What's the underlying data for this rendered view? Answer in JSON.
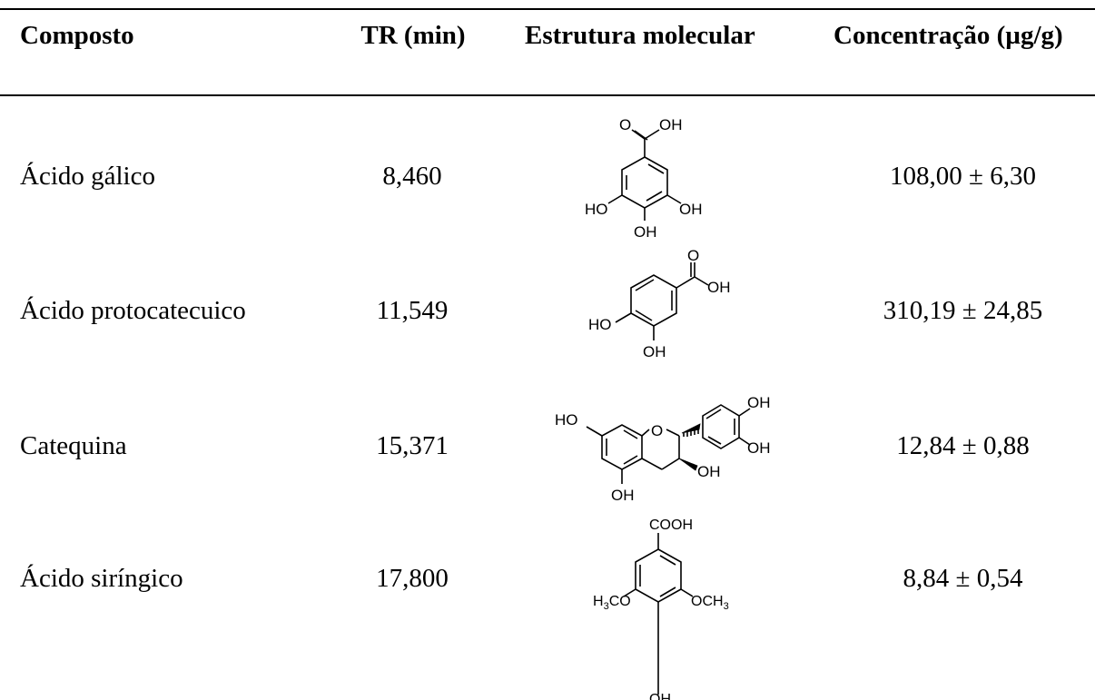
{
  "table": {
    "headers": {
      "compound": "Composto",
      "rt": "TR (min)",
      "structure": "Estrutura molecular",
      "concentration": "Concentração (µg/g)"
    },
    "rows": [
      {
        "compound": "Ácido gálico",
        "rt": "8,460",
        "concentration": "108,00 ± 6,30",
        "structure_icon": "gallic-acid-structure",
        "labels": {
          "top": "O",
          "top2": "OH",
          "left": "HO",
          "right": "OH",
          "bottom": "OH"
        }
      },
      {
        "compound": "Ácido protocatecuico",
        "rt": "11,549",
        "concentration": "310,19 ± 24,85",
        "structure_icon": "protocatechuic-acid-structure",
        "labels": {
          "o": "O",
          "oh": "OH",
          "ho": "HO",
          "bottom": "OH"
        }
      },
      {
        "compound": "Catequina",
        "rt": "15,371",
        "concentration": "12,84 ± 0,88",
        "structure_icon": "catechin-structure",
        "labels": {
          "ho": "HO",
          "o": "O",
          "oh_top": "OH",
          "oh_right": "OH",
          "oh_mid": "OH",
          "oh_bottom": "OH"
        }
      },
      {
        "compound": "Ácido siríngico",
        "rt": "17,800",
        "concentration": "8,84 ± 0,54",
        "structure_icon": "syringic-acid-structure",
        "labels": {
          "cooh": "COOH",
          "h3co_h": "H",
          "h3co_3": "3",
          "h3co_co": "CO",
          "och3_och": "OCH",
          "och3_3": "3",
          "bottom": "OH"
        }
      }
    ]
  }
}
